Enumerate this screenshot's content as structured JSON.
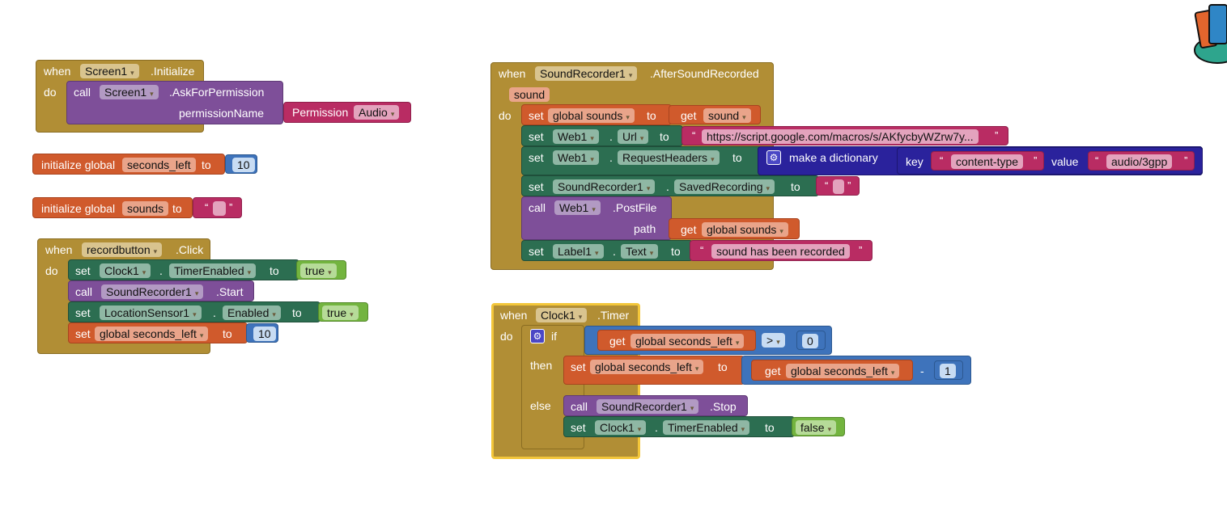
{
  "k": {
    "when": "when",
    "do": "do",
    "call": "call",
    "set": "set",
    "get": "get",
    "to": "to",
    "dot": ".",
    "init_global": "initialize global",
    "if": "if",
    "then": "then",
    "else": "else",
    "key": "key",
    "value": "value",
    "path": "path",
    "permissionName": "permissionName",
    "minus": "-",
    "lq": "“",
    "rq": "”",
    "dd": "▾"
  },
  "b_screen_init": {
    "component": "Screen1",
    "event": ".Initialize",
    "call_component": "Screen1",
    "call_method": ".AskForPermission",
    "perm_label": "Permission",
    "perm_value": "Audio"
  },
  "b_init_seconds": {
    "var": "seconds_left",
    "value": "10"
  },
  "b_init_sounds": {
    "var": "sounds"
  },
  "b_record_click": {
    "component": "recordbutton",
    "event": ".Click",
    "s1_comp": "Clock1",
    "s1_prop": "TimerEnabled",
    "s1_val": "true",
    "c_comp": "SoundRecorder1",
    "c_method": ".Start",
    "s2_comp": "LocationSensor1",
    "s2_prop": "Enabled",
    "s2_val": "true",
    "s3_var": "global seconds_left",
    "s3_val": "10"
  },
  "b_after_recorded": {
    "component": "SoundRecorder1",
    "event": ".AfterSoundRecorded",
    "param": "sound",
    "s1_var": "global sounds",
    "s1_get": "sound",
    "s2_comp": "Web1",
    "s2_prop": "Url",
    "s2_val": "https://script.google.com/macros/s/AKfycbyWZrw7y...",
    "s3_comp": "Web1",
    "s3_prop": "RequestHeaders",
    "dict": "make a dictionary",
    "s3_key": "content-type",
    "s3_value": "audio/3gpp",
    "s4_comp": "SoundRecorder1",
    "s4_prop": "SavedRecording",
    "c_comp": "Web1",
    "c_method": ".PostFile",
    "c_path_get": "global sounds",
    "s5_comp": "Label1",
    "s5_prop": "Text",
    "s5_val": "sound has been recorded"
  },
  "b_clock_timer": {
    "component": "Clock1",
    "event": ".Timer",
    "cond_get": "global seconds_left",
    "cond_op": ">",
    "cond_val": "0",
    "then_var": "global seconds_left",
    "then_get": "global seconds_left",
    "then_sub": "1",
    "else_comp": "SoundRecorder1",
    "else_method": ".Stop",
    "else_set_comp": "Clock1",
    "else_set_prop": "TimerEnabled",
    "else_set_val": "false"
  },
  "colors": {
    "event": "#b18e35",
    "procedure": "#7e4f99",
    "setter": "#2c6e51",
    "variable": "#d05a2c",
    "math": "#3e73bb",
    "text": "#b92c63",
    "logic": "#73b43f",
    "dictionary": "#2a229c",
    "selected": "#f3c63a"
  },
  "icons": {
    "gear": "gear-icon",
    "mascot": "mascot-icon"
  }
}
